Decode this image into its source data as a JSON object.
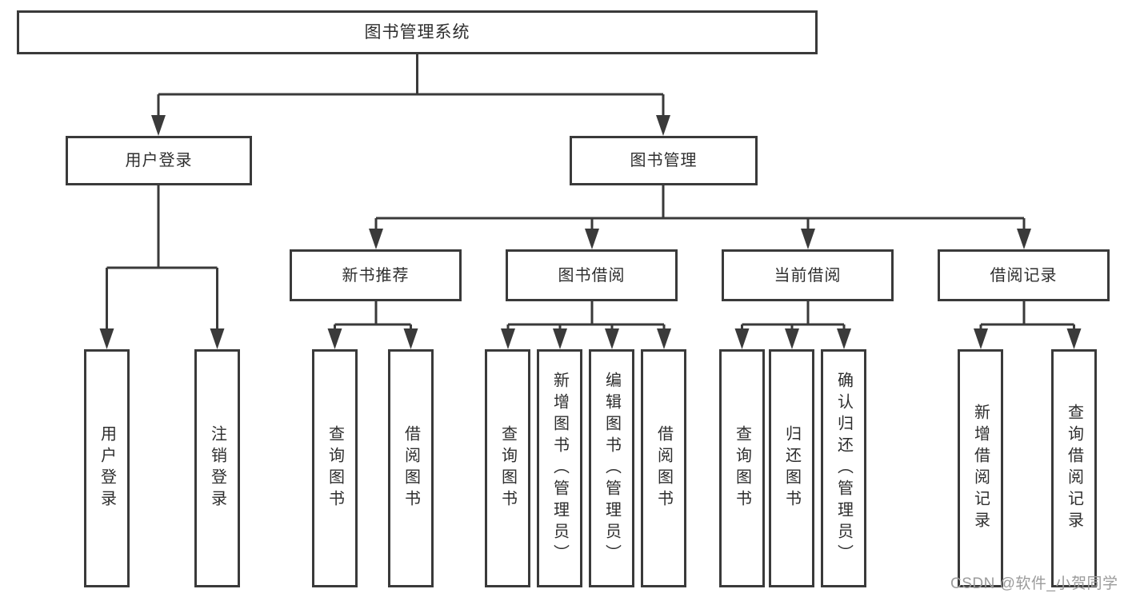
{
  "diagram": {
    "root": "图书管理系统",
    "level2": {
      "user_login": "用户登录",
      "book_management": "图书管理"
    },
    "level3": {
      "new_book_recommend": "新书推荐",
      "book_borrowing": "图书借阅",
      "current_borrowing": "当前借阅",
      "borrowing_records": "借阅记录"
    },
    "leaves": {
      "login_group": [
        "用户登录",
        "注销登录"
      ],
      "recommend_group": [
        "查询图书",
        "借阅图书"
      ],
      "borrowing_group": [
        "查询图书",
        "新增图书（管理员）",
        "编辑图书（管理员）",
        "借阅图书"
      ],
      "current_group": [
        "查询图书",
        "归还图书",
        "确认归还（管理员）"
      ],
      "records_group": [
        "新增借阅记录",
        "查询借阅记录"
      ]
    }
  },
  "watermark": "CSDN @软件_小贺同学",
  "colors": {
    "line": "#3a3a3a",
    "text": "#2e2e2e",
    "watermark": "#9b9b9b",
    "background": "#ffffff"
  }
}
